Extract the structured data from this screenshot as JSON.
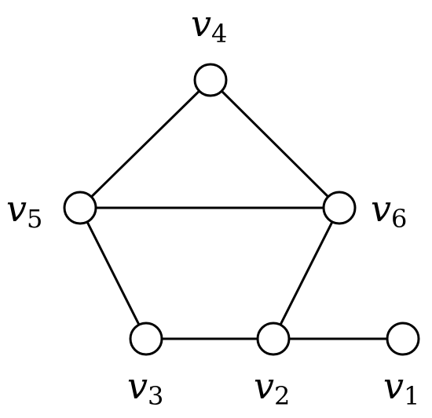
{
  "graph": {
    "vertices": [
      {
        "id": "v1",
        "name": "v",
        "subscript": "1"
      },
      {
        "id": "v2",
        "name": "v",
        "subscript": "2"
      },
      {
        "id": "v3",
        "name": "v",
        "subscript": "3"
      },
      {
        "id": "v4",
        "name": "v",
        "subscript": "4"
      },
      {
        "id": "v5",
        "name": "v",
        "subscript": "5"
      },
      {
        "id": "v6",
        "name": "v",
        "subscript": "6"
      }
    ],
    "edges": [
      [
        "v4",
        "v5"
      ],
      [
        "v4",
        "v6"
      ],
      [
        "v5",
        "v6"
      ],
      [
        "v5",
        "v3"
      ],
      [
        "v6",
        "v2"
      ],
      [
        "v3",
        "v2"
      ],
      [
        "v2",
        "v1"
      ]
    ]
  }
}
